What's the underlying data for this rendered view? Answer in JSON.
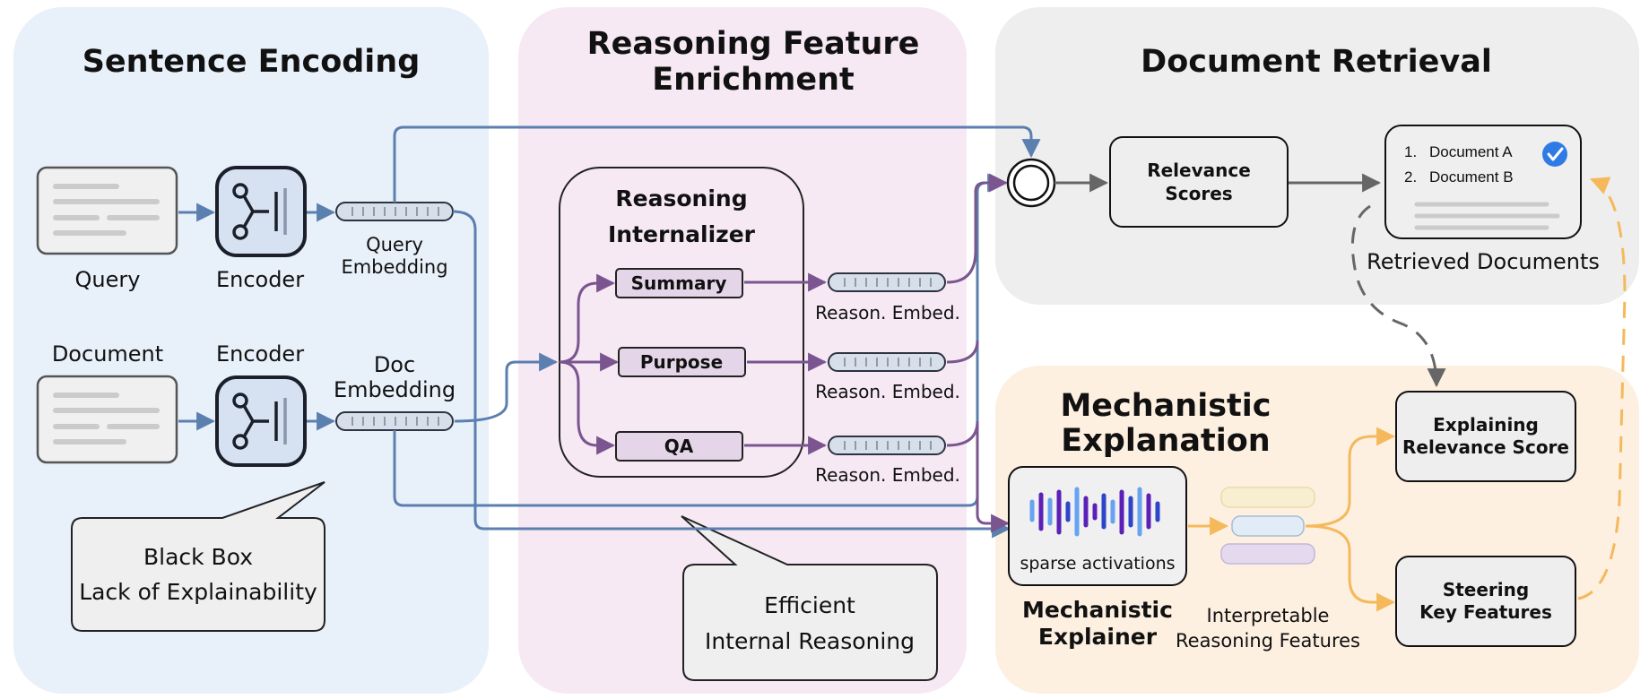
{
  "colors": {
    "panel_sentence": "#e8f0fa",
    "panel_reasoning": "#f6e9f3",
    "panel_retrieval": "#eeeeee",
    "panel_explanation": "#fdf0e1",
    "blue_arrow": "#5b7faf",
    "purple_arrow": "#7a5590",
    "gray_arrow": "#666666",
    "orange_arrow": "#f5b95c",
    "check": "#2f7be6"
  },
  "sentence_encoding": {
    "title": "Sentence Encoding",
    "query_label": "Query",
    "document_label": "Document",
    "encoder_top_label": "Encoder",
    "encoder_bottom_label": "Encoder",
    "query_embedding_label_1": "Query",
    "query_embedding_label_2": "Embedding",
    "doc_embedding_label_1": "Doc",
    "doc_embedding_label_2": "Embedding",
    "callout_line1": "Black Box",
    "callout_line2": "Lack of Explainability"
  },
  "reasoning_enrichment": {
    "title_line1": "Reasoning Feature",
    "title_line2": "Enrichment",
    "internalizer_line1": "Reasoning",
    "internalizer_line2": "Internalizer",
    "items": [
      "Summary",
      "Purpose",
      "QA"
    ],
    "embed_labels": [
      "Reason. Embed.",
      "Reason. Embed.",
      "Reason. Embed."
    ],
    "callout_line1": "Efficient",
    "callout_line2": "Internal Reasoning"
  },
  "document_retrieval": {
    "title": "Document Retrieval",
    "relevance_line1": "Relevance",
    "relevance_line2": "Scores",
    "doc_items": [
      "1.",
      "Document A",
      "2.",
      "Document B"
    ],
    "retrieved_label": "Retrieved Documents"
  },
  "mechanistic_explanation": {
    "title_line1": "Mechanistic",
    "title_line2": "Explanation",
    "sparse_label": "sparse activations",
    "explainer_line1": "Mechanistic",
    "explainer_line2": "Explainer",
    "features_line1": "Interpretable",
    "features_line2": "Reasoning Features",
    "explaining_line1": "Explaining",
    "explaining_line2": "Relevance Score",
    "steering_line1": "Steering",
    "steering_line2": "Key Features"
  }
}
